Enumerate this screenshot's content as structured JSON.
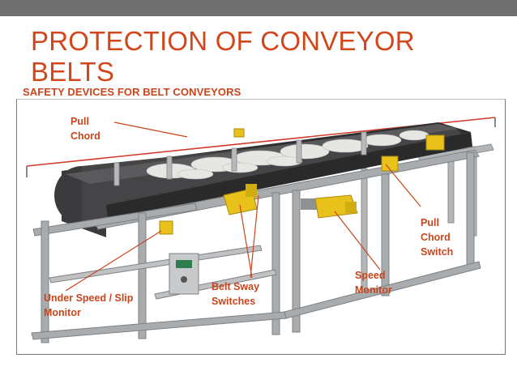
{
  "slide": {
    "title": "PROTECTION OF CONVEYOR BELTS",
    "subtitle": "SAFETY DEVICES FOR BELT CONVEYORS"
  },
  "labels": {
    "pull_chord": "Pull\nChord",
    "pull_chord_switch": "Pull\nChord\nSwitch",
    "speed_monitor": "Speed\nMonitor",
    "belt_sway_switches": "Belt Sway\nSwitches",
    "under_speed_slip_monitor": "Under Speed / Slip\nMonitor"
  },
  "colors": {
    "accent": "#c9451b",
    "title": "#d2461b",
    "topbar": "#6f6f6f",
    "belt": "#3a3a3c",
    "frame": "#a9acae",
    "device_yellow": "#e8c21a"
  }
}
